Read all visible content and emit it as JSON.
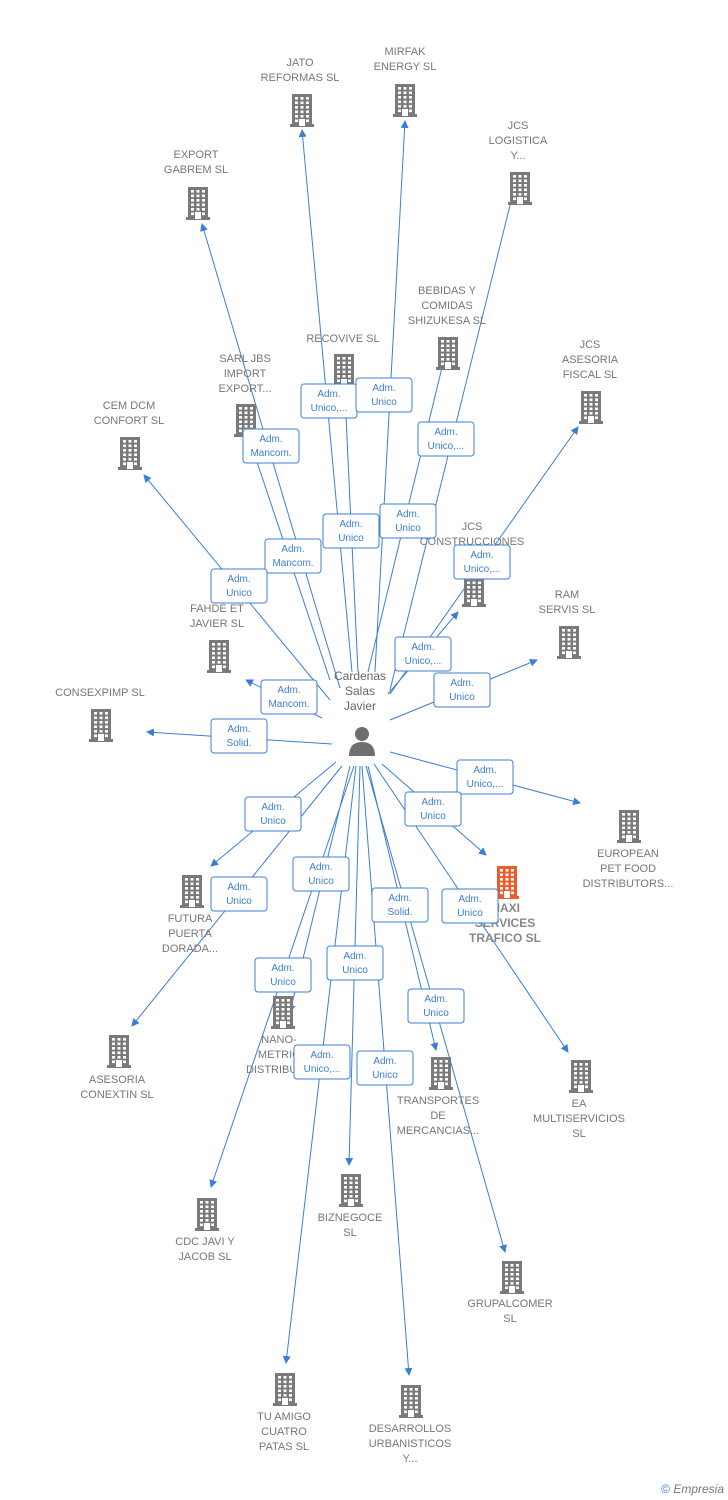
{
  "person": {
    "label": [
      "Cardenas",
      "Salas",
      "Javier"
    ],
    "icon": "person-icon"
  },
  "companies": [
    {
      "id": "jato",
      "label": [
        "JATO",
        "REFORMAS  SL"
      ]
    },
    {
      "id": "mirfak",
      "label": [
        "MIRFAK",
        "ENERGY  SL"
      ]
    },
    {
      "id": "jcs-logistica",
      "label": [
        "JCS",
        "LOGISTICA",
        "Y..."
      ]
    },
    {
      "id": "export-gabrem",
      "label": [
        "EXPORT",
        "GABREM  SL"
      ]
    },
    {
      "id": "bebidas",
      "label": [
        "BEBIDAS Y",
        "COMIDAS",
        "SHIZUKESA  SL"
      ]
    },
    {
      "id": "recovive",
      "label": [
        "RECOVIVE  SL"
      ]
    },
    {
      "id": "sarl-jbs",
      "label": [
        "SARL JBS",
        "IMPORT",
        "EXPORT..."
      ]
    },
    {
      "id": "jcs-asesoria",
      "label": [
        "JCS",
        "ASESORIA",
        "FISCAL  SL"
      ]
    },
    {
      "id": "cem-dcm",
      "label": [
        "CEM DCM",
        "CONFORT  SL"
      ]
    },
    {
      "id": "jcs-construcciones",
      "label": [
        "JCS",
        "CONSTRUCCIONES",
        "DE..."
      ]
    },
    {
      "id": "ram-servis",
      "label": [
        "RAM",
        "SERVIS  SL"
      ]
    },
    {
      "id": "fahde",
      "label": [
        "FAHDE ET",
        "JAVIER  SL"
      ]
    },
    {
      "id": "consexpimp",
      "label": [
        "CONSEXPIMP SL"
      ]
    },
    {
      "id": "european-pet",
      "label": [
        "EUROPEAN",
        "PET FOOD",
        "DISTRIBUTORS..."
      ]
    },
    {
      "id": "maxi",
      "label": [
        "MAXI",
        "SERVICES",
        "TRAFICO  SL"
      ],
      "highlight": true
    },
    {
      "id": "futura",
      "label": [
        "FUTURA",
        "PUERTA",
        "DORADA..."
      ]
    },
    {
      "id": "asesoria-conextin",
      "label": [
        "ASESORIA",
        "CONEXTIN  SL"
      ]
    },
    {
      "id": "nano",
      "label": [
        "NANO-",
        "METRIC",
        "DISTRIBUT..."
      ]
    },
    {
      "id": "ea-multi",
      "label": [
        "EA",
        "MULTISERVICIOS",
        "SL"
      ]
    },
    {
      "id": "transportes",
      "label": [
        "TRANSPORTES",
        "DE",
        "MERCANCIAS..."
      ]
    },
    {
      "id": "cdc",
      "label": [
        "CDC JAVI Y",
        "JACOB  SL"
      ]
    },
    {
      "id": "biznegoce",
      "label": [
        "BIZNEGOCE",
        "SL"
      ]
    },
    {
      "id": "grupalcomer",
      "label": [
        "GRUPALCOMER",
        "SL"
      ]
    },
    {
      "id": "tu-amigo",
      "label": [
        "TU AMIGO",
        "CUATRO",
        "PATAS  SL"
      ]
    },
    {
      "id": "desarrollos",
      "label": [
        "DESARROLLOS",
        "URBANISTICOS",
        "Y..."
      ]
    }
  ],
  "edges": [
    {
      "to": "jato",
      "label": [
        "Adm.",
        "Unico,..."
      ]
    },
    {
      "to": "mirfak",
      "label": [
        "Adm.",
        "Unico"
      ]
    },
    {
      "to": "jcs-logistica",
      "label": [
        "Adm.",
        "Unico,..."
      ]
    },
    {
      "to": "export-gabrem",
      "label": [
        "Adm.",
        "Mancom."
      ]
    },
    {
      "to": "bebidas",
      "label": [
        "Adm.",
        "Unico"
      ]
    },
    {
      "to": "recovive",
      "label": [
        "Adm.",
        "Unico"
      ]
    },
    {
      "to": "sarl-jbs",
      "label": [
        "Adm.",
        "Mancom."
      ]
    },
    {
      "to": "jcs-asesoria",
      "label": [
        "Adm.",
        "Unico,..."
      ]
    },
    {
      "to": "cem-dcm",
      "label": [
        "Adm.",
        "Unico"
      ]
    },
    {
      "to": "jcs-construcciones",
      "label": [
        "Adm.",
        "Unico,..."
      ]
    },
    {
      "to": "ram-servis",
      "label": [
        "Adm.",
        "Unico"
      ]
    },
    {
      "to": "fahde",
      "label": [
        "Adm.",
        "Mancom."
      ]
    },
    {
      "to": "consexpimp",
      "label": [
        "Adm.",
        "Solid."
      ]
    },
    {
      "to": "european-pet",
      "label": [
        "Adm.",
        "Unico,..."
      ]
    },
    {
      "to": "maxi",
      "label": [
        "Adm.",
        "Unico"
      ]
    },
    {
      "to": "futura",
      "label": [
        "Adm.",
        "Unico"
      ]
    },
    {
      "to": "asesoria-conextin",
      "label": [
        "Adm.",
        "Unico"
      ]
    },
    {
      "to": "nano",
      "label": [
        "Adm.",
        "Unico"
      ]
    },
    {
      "to": "ea-multi",
      "label": [
        "Adm.",
        "Unico"
      ]
    },
    {
      "to": "transportes",
      "label": [
        "Adm.",
        "Solid."
      ]
    },
    {
      "to": "cdc",
      "label": [
        "Adm.",
        "Unico"
      ]
    },
    {
      "to": "biznegoce",
      "label": [
        "Adm.",
        "Unico"
      ]
    },
    {
      "to": "grupalcomer",
      "label": [
        "Adm.",
        "Unico"
      ]
    },
    {
      "to": "tu-amigo",
      "label": [
        "Adm.",
        "Unico,..."
      ]
    },
    {
      "to": "desarrollos",
      "label": [
        "Adm.",
        "Unico"
      ]
    }
  ],
  "colors": {
    "edge": "#3b7fd4",
    "building": "#7a7a7a",
    "highlight": "#f05a28",
    "person": "#6f6f6f"
  },
  "footer": {
    "copyright": "©",
    "brand": "Empresia"
  }
}
